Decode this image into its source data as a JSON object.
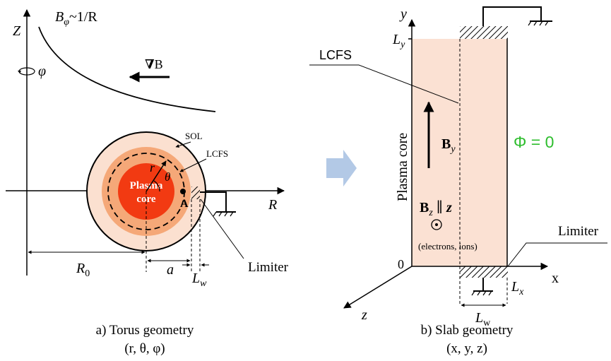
{
  "torus": {
    "axis_z": "Z",
    "axis_r": "R",
    "phi": "φ",
    "b_field_label": "B",
    "b_field_sub": "φ",
    "b_field_rel": "~1/R",
    "gradb_nabla": "∇",
    "gradb_b": "B",
    "sol": "SOL",
    "lcfs": "LCFS",
    "plasma_core_line1": "Plasma",
    "plasma_core_line2": "core",
    "r": "r",
    "theta": "θ",
    "point_a": "A",
    "R0_main": "R",
    "R0_sub": "0",
    "a": "a",
    "Lw_main": "L",
    "Lw_sub": "w",
    "limiter": "Limiter",
    "caption_line1": "a) Torus geometry",
    "caption_line2": "(r, θ, φ)"
  },
  "slab": {
    "axis_y": "y",
    "axis_x": "x",
    "axis_z": "z",
    "origin": "0",
    "Ly_main": "L",
    "Ly_sub": "y",
    "Lx_main": "L",
    "Lx_sub": "x",
    "lcfs": "LCFS",
    "plasma_core": "Plasma core",
    "By_main": "B",
    "By_sub": "y",
    "Bz_main": "B",
    "Bz_sub": "z",
    "Bz_rel": " ∥ ",
    "Bz_dir": "z",
    "particles": "(electrons, ions)",
    "phi_zero": "Φ = 0",
    "limiter": "Limiter",
    "Lw_main": "L",
    "Lw_sub": "w",
    "caption_line1": "b) Slab geometry",
    "caption_line2": "(x, y, z)"
  },
  "colors": {
    "sol_outer": "#fbe0d0",
    "sol_inner": "#f5a878",
    "core": "#f23a12",
    "slab_fill": "#fbe1d3",
    "phi_zero": "#2dbd2d",
    "transition_arrow": "#b3c9e6"
  }
}
